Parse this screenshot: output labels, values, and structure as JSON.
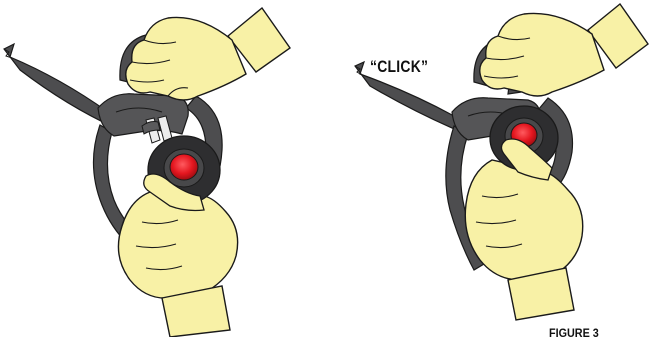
{
  "annotations": {
    "click_sound": "“CLICK”",
    "figure_caption": "FIGURE 3"
  },
  "colors": {
    "strap": "#4d4d4f",
    "strap_dark": "#3a3a3c",
    "strap_highlight": "#6c6c6e",
    "skin": "#f8f1a6",
    "outline": "#1a1a1a",
    "button_red": "#e4161f",
    "button_ring": "#2e2e30",
    "buckle_tongue": "#ececec"
  },
  "panels": [
    {
      "name": "before-latch",
      "content": "hand pushing buckle button toward harness tongues"
    },
    {
      "name": "after-latch",
      "content": "hand with buckle latched onto harness tongues"
    }
  ]
}
